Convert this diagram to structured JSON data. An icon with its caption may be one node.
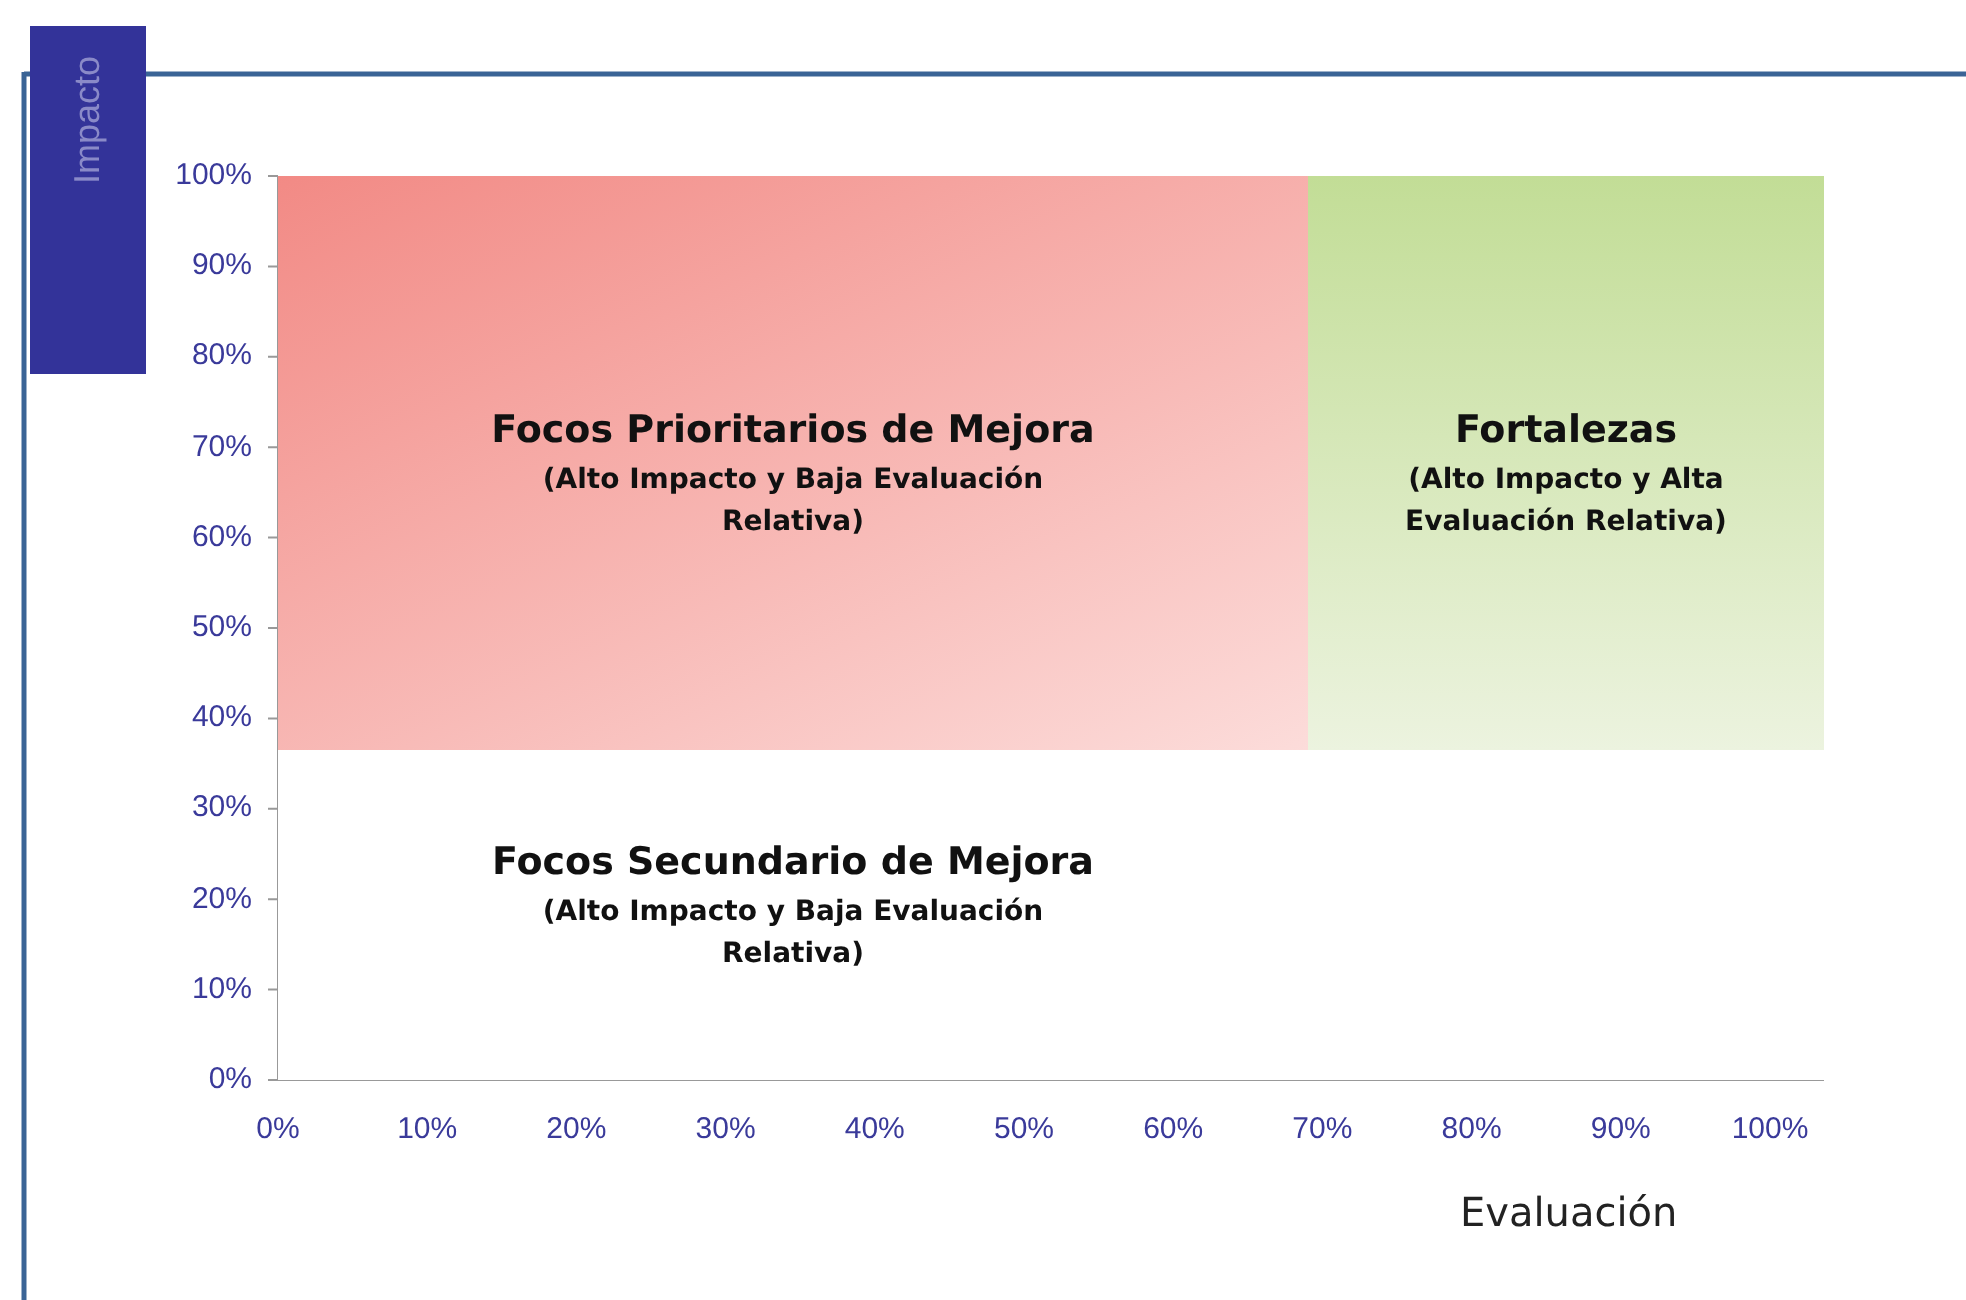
{
  "diagram": {
    "nodes": [
      {
        "text": [
          "Focos Prioritarios de Mejora",
          "(Alto Impacto y Baja Evaluación Relativa)"
        ]
      },
      {
        "text": [
          "Fortalezas",
          "(Alto Impacto y Alta Evaluación Relativa)"
        ]
      },
      {
        "text": [
          "Focos Secundario de Mejora",
          "(Alto Impacto y Baja Evaluación Relativa)"
        ]
      },
      {
        "text": [],
        "shape": "box"
      }
    ],
    "edges": [],
    "labels": [
      "Impacto",
      "100%",
      "90%",
      "80%",
      "70%",
      "60%",
      "50%",
      "40%",
      "30%",
      "20%",
      "10%",
      "0%",
      "0%",
      "10%",
      "20%",
      "30%",
      "40%",
      "50%",
      "60%",
      "70%",
      "80%",
      "90%",
      "100%",
      "Evaluación"
    ]
  }
}
